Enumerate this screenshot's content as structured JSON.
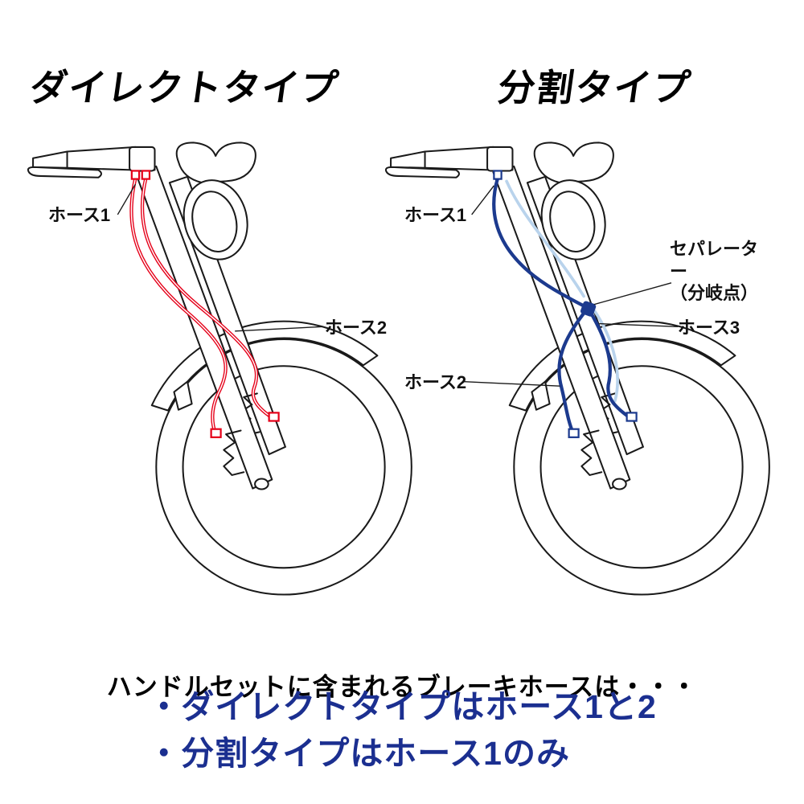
{
  "panels": {
    "direct": {
      "title": "ダイレクトタイプ",
      "labels": {
        "hose1": "ホース1",
        "hose2": "ホース2"
      },
      "hose_color": "#e50019"
    },
    "split": {
      "title": "分割タイプ",
      "labels": {
        "hose1": "ホース1",
        "hose2": "ホース2",
        "hose3": "ホース3",
        "separator": "セパレーター\n（分岐点）"
      },
      "hose_color": "#1c3a8e"
    }
  },
  "footer": {
    "intro": "ハンドルセットに含まれるブレーキホースは・・・",
    "bullets": [
      "・ダイレクトタイプはホース1と2",
      "・分割タイプはホース1のみ"
    ]
  },
  "colors": {
    "line": "#1a1a1a",
    "hose-red": "#e50019",
    "hose-blue": "#1c3a8e",
    "hose-blue-pale": "#b9d3ec",
    "text-blue": "#1b2f90"
  }
}
